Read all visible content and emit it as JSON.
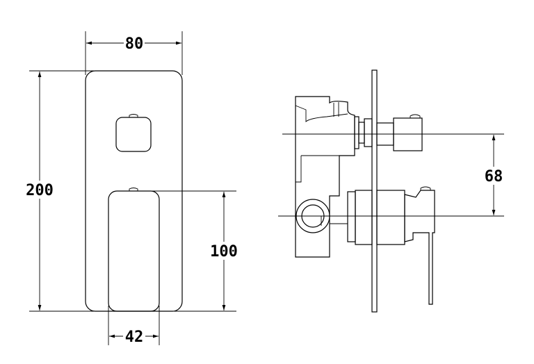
{
  "dimensions": {
    "width": "80",
    "height": "200",
    "lever_height": "100",
    "lever_width": "42",
    "centre_distance": "68"
  },
  "colors": {
    "line": "#000000",
    "background": "#ffffff"
  }
}
